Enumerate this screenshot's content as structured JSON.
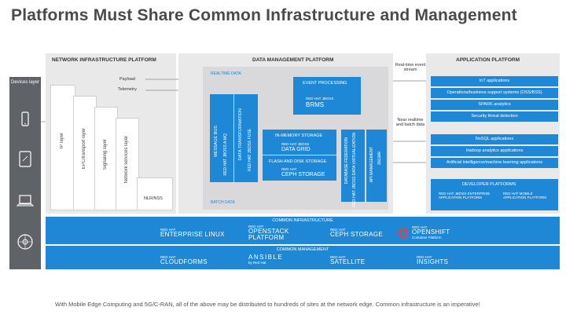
{
  "title": "Platforms Must Share Common Infrastructure and Management",
  "footer": "With Mobile Edge Computing and 5G/C-RAN, all of the above may be distributed to hundreds of sites at the network edge. Common   infrastructure is an imperative!",
  "devices": {
    "label": "Devices layer",
    "icons": [
      "phone-icon",
      "tablet-icon",
      "laptop-icon",
      "iot-hub-icon"
    ]
  },
  "network": {
    "title": "NETWORK INFRASTRUCTURE PLATFORM",
    "payload": "Payload",
    "telemetry": "Telemetry",
    "layers": [
      "IP layer",
      "EPC/transport layer",
      "Signaling layer",
      "Network services layer"
    ],
    "nlr": "NLR/NSS"
  },
  "data_mgmt": {
    "title": "DATA MANAGEMENT PLATFORM",
    "realtime": "REALTIME DATA",
    "batch": "BATCH DATA",
    "message_bus": "MESSAGE BUS",
    "message_bus_product": "RED HAT JBOSS A-MQ",
    "transformation": "DATA TRANSFORMATION",
    "transformation_product": "RED HAT JBOSS FUSE",
    "event_processing": "EVENT PROCESSING",
    "brms_rh": "RED HAT JBOSS",
    "brms": "BRMS",
    "inmemory": "IN-MEMORY STORAGE",
    "datagrid_rh": "RED HAT JBOSS",
    "datagrid": "DATA GRID",
    "flash": "FLASH AND DISK STORAGE",
    "ceph_rh": "RED HAT",
    "ceph": "CEPH STORAGE",
    "federation": "DATABASE FEDERATION",
    "virtualization": "RED HAT JBOSS DATA VIRTUALIZATION",
    "api_mgmt": "API MANAGEMENT",
    "threescale": "3scale"
  },
  "streams": {
    "realtime": "Real-time event stream",
    "nearrealtime": "Near realtime and batch data"
  },
  "application": {
    "title": "APPLICATION PLATFORM",
    "rows": [
      "IoT applications",
      "Operations/business support systems (OSS/BSS)",
      "SPARK analytics",
      "Security threat detection",
      "NoSQL applications",
      "Hadoop analytics applications",
      "Artificial intelligence/machine learning applications"
    ],
    "dev_platforms": "DEVELOPER PLATFORMS",
    "dev1": "RED HAT JBOSS ENTERPRISE APPLICATION PLATFORM",
    "dev2": "RED HAT MOBILE APPLICATION PLATFORM"
  },
  "common_infra": {
    "title": "COMMON INFRASTRUCTURE",
    "products": [
      {
        "rh": "RED HAT",
        "name": "ENTERPRISE LINUX"
      },
      {
        "rh": "RED HAT",
        "name": "OPENSTACK PLATFORM"
      },
      {
        "rh": "RED HAT",
        "name": "CEPH STORAGE"
      },
      {
        "rh": "RED HAT",
        "name": "OPENSHIFT",
        "sub": "Container Platform"
      }
    ]
  },
  "common_mgmt": {
    "title": "COMMON MANAGEMENT",
    "products": [
      {
        "rh": "RED HAT",
        "name": "CLOUDFORMS"
      },
      {
        "rh": "",
        "name": "ANSIBLE",
        "sub": "by Red Hat"
      },
      {
        "rh": "RED HAT",
        "name": "SATELLITE"
      },
      {
        "rh": "RED HAT",
        "name": "INSIGHTS"
      }
    ]
  },
  "colors": {
    "accent": "#1e88d6",
    "panel": "#e9e9ea",
    "device_bar": "#5f6368"
  }
}
